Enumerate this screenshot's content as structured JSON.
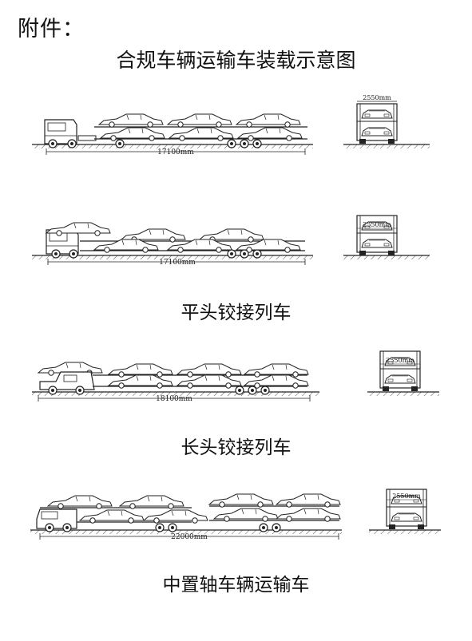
{
  "header": {
    "attachment": "附件：",
    "title": "合规车辆运输车装载示意图"
  },
  "diagrams": [
    {
      "caption": "",
      "length": "17100mm",
      "width": "2550mm"
    },
    {
      "caption": "平头铰接列车",
      "length": "17100mm",
      "width": "2550mm"
    },
    {
      "caption": "长头铰接列车",
      "length": "18100mm",
      "width": "2550mm"
    },
    {
      "caption": "中置轴车辆运输车",
      "length": "22000mm",
      "width": "2550mm"
    }
  ]
}
